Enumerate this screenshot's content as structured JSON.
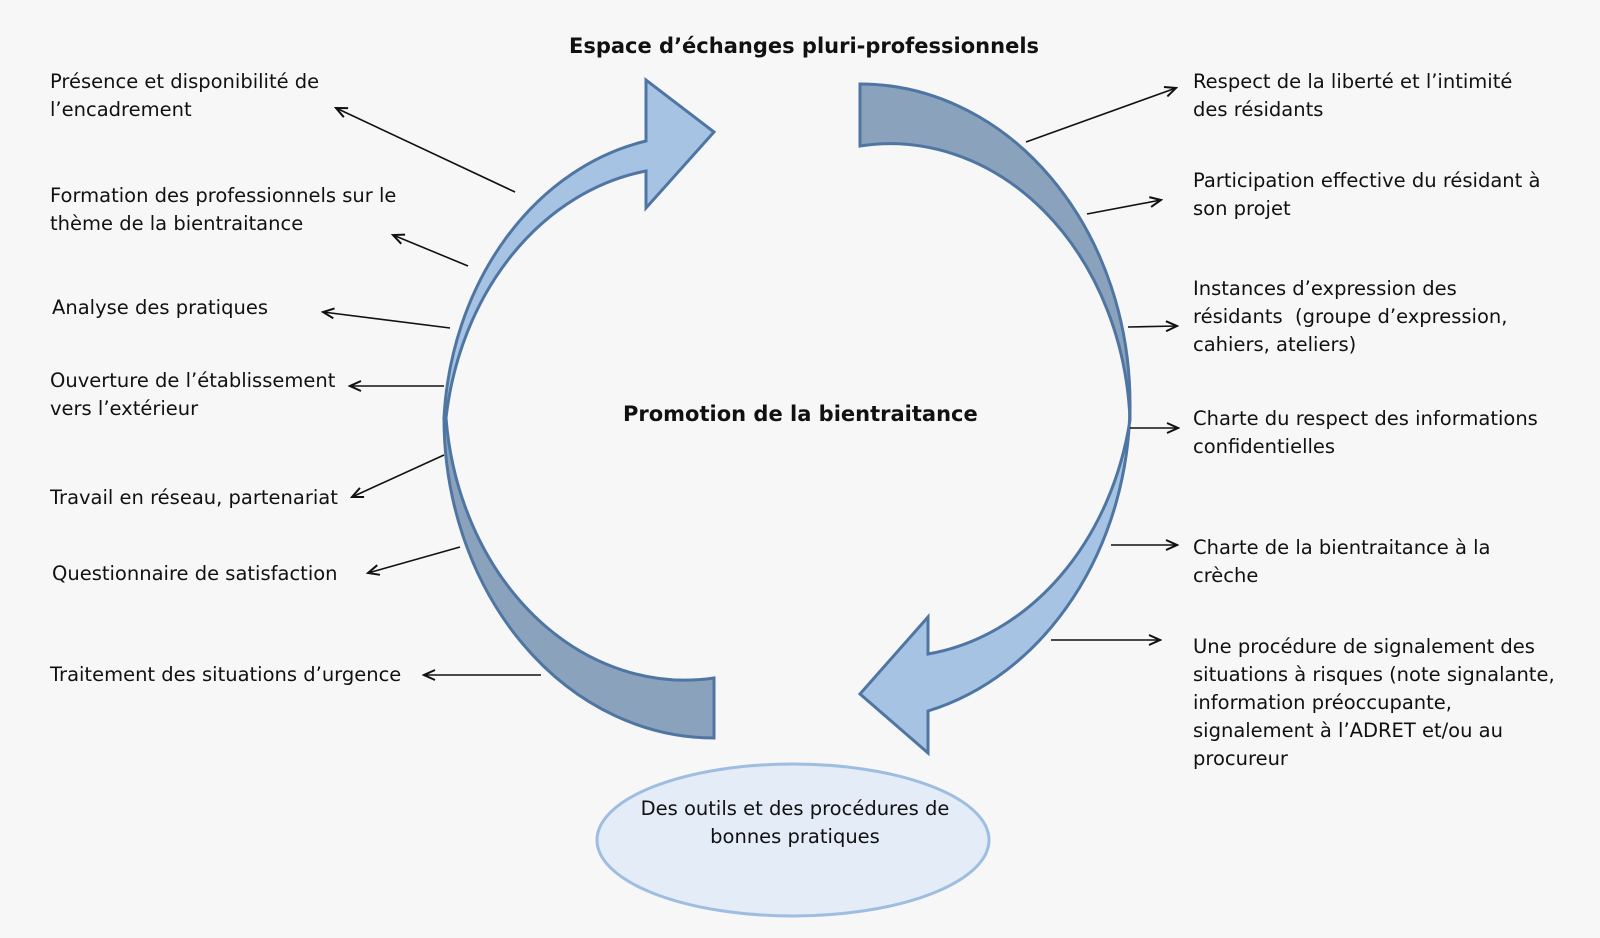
{
  "diagram": {
    "top_title": "Espace d’échanges pluri-professionnels",
    "center_title": "Promotion de la bientraitance",
    "bottom_ellipse": "Des outils et des procédures de bonnes pratiques",
    "left_items": [
      "Présence et disponibilité de\nl’encadrement",
      "Formation des professionnels sur le\nthème de la bientraitance",
      "Analyse des pratiques",
      "Ouverture de l’établissement\nvers l’extérieur",
      "Travail en réseau, partenariat",
      "Questionnaire de satisfaction",
      "Traitement des situations d’urgence"
    ],
    "right_items": [
      "Respect de la liberté et l’intimité\ndes résidants",
      "Participation effective du résidant à\nson projet",
      "Instances d’expression des\nrésidants  (groupe d’expression,\ncahiers, ateliers)",
      "Charte du respect des informations\nconfidentielles",
      "Charte de la bientraitance à la\ncrèche",
      "Une procédure de signalement des\nsituations à risques (note signalante,\ninformation préoccupante,\nsignalement à l’ADRET et/ou au\nprocureur"
    ],
    "colors": {
      "light_blue": "#a6c3e3",
      "dark_blue": "#8ba2bd",
      "outline": "#4f76a3",
      "ellipse_fill": "#e3ecf7",
      "ellipse_stroke": "#9fbde0"
    }
  }
}
